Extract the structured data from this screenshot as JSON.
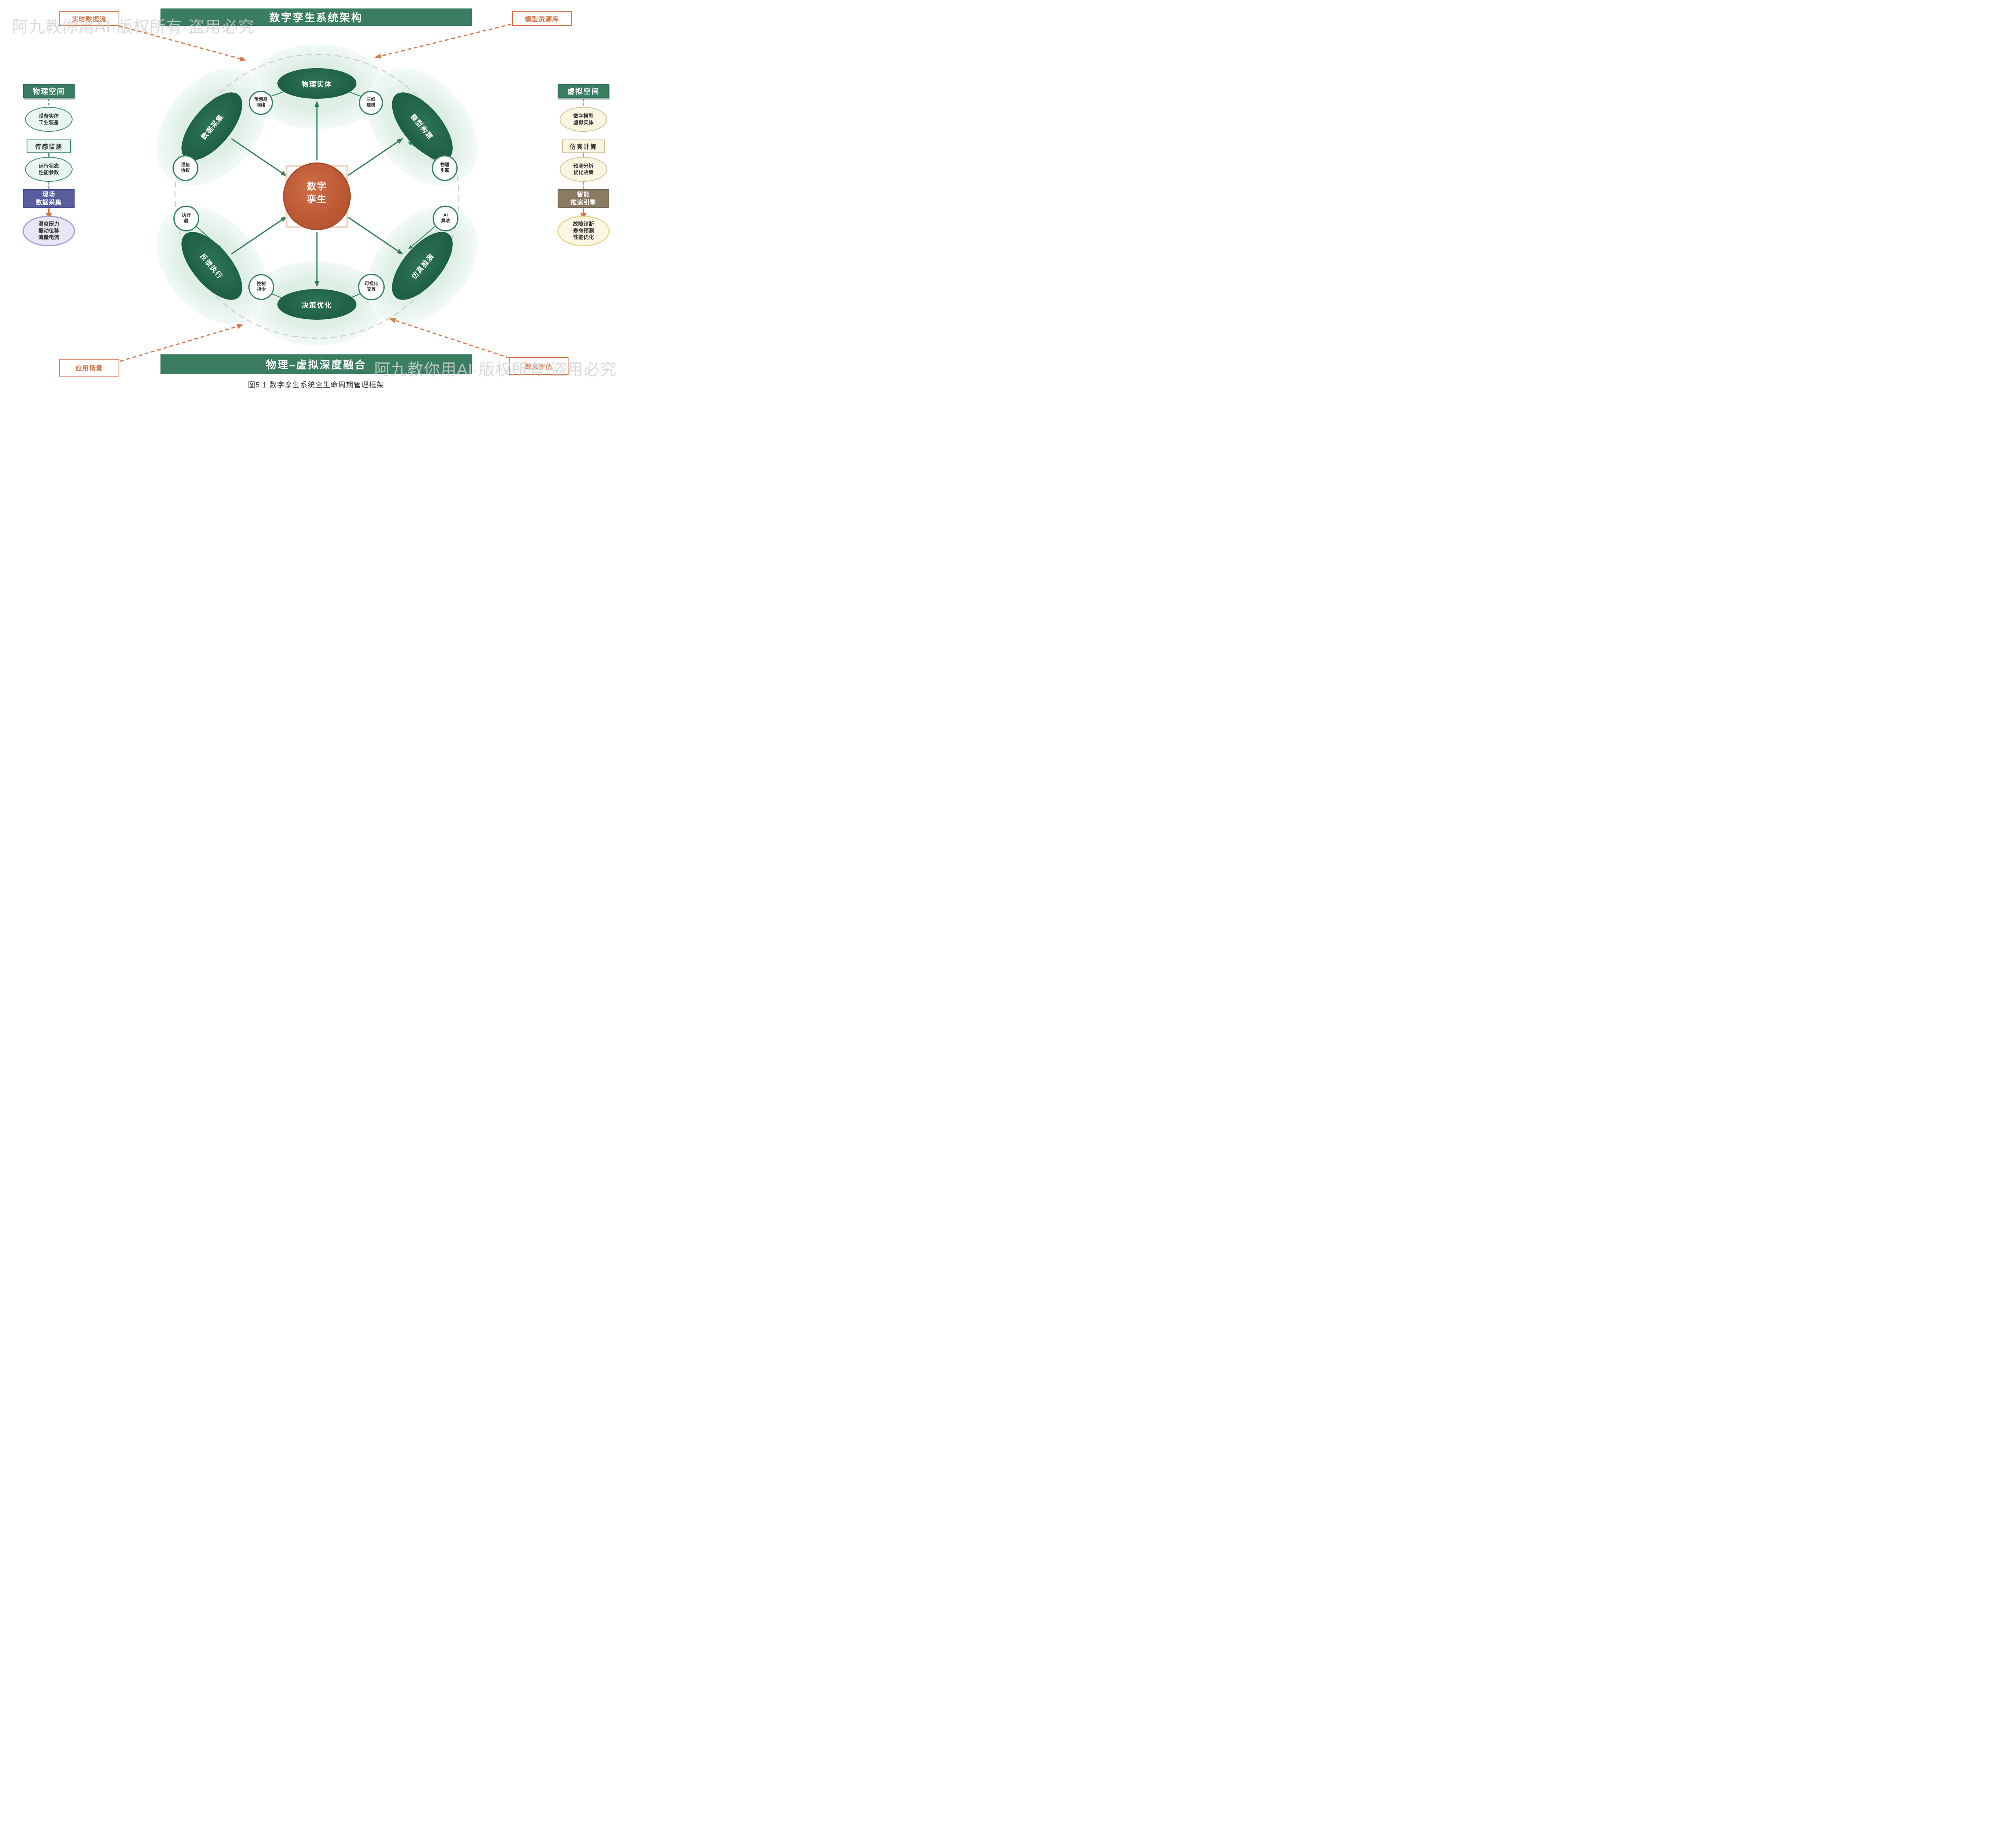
{
  "watermark": {
    "text": "阿九教你用AI·版权所有·盗用必究"
  },
  "banners": {
    "top": "数字孪生系统架构",
    "bottom": "物理–虚拟深度融合",
    "caption": "图5.1 数字孪生系统全生命周期管理框架"
  },
  "corner_labels": {
    "top_left": "实时数据流",
    "top_right": "模型资源库",
    "bottom_left": "应用场景",
    "bottom_right": "效果评估"
  },
  "left_column": {
    "header": "物理空间",
    "items": [
      {
        "label": "设备实体\n工业装备"
      },
      {
        "label": "传感监测"
      },
      {
        "label": "运行状态\n性能参数"
      },
      {
        "label": "现场\n数据采集"
      },
      {
        "label": "温度压力\n振动位移\n流量电流"
      }
    ]
  },
  "right_column": {
    "header": "虚拟空间",
    "items": [
      {
        "label": "数字模型\n虚拟实体"
      },
      {
        "label": "仿真计算"
      },
      {
        "label": "预测分析\n优化决策"
      },
      {
        "label": "智能\n推演引擎"
      },
      {
        "label": "故障诊断\n寿命预测\n性能优化"
      }
    ]
  },
  "center": {
    "label": "数字\n孪生"
  },
  "ring_nodes": [
    {
      "id": "physical-entity",
      "label": "物理实体"
    },
    {
      "id": "model-building",
      "label": "模型构建"
    },
    {
      "id": "simulation-deduction",
      "label": "仿真推演"
    },
    {
      "id": "decision-optimization",
      "label": "决策优化"
    },
    {
      "id": "feedback-execution",
      "label": "反馈执行"
    },
    {
      "id": "data-collection",
      "label": "数据采集"
    }
  ],
  "satellites": [
    {
      "id": "sensor-network",
      "label": "传感器\n网络"
    },
    {
      "id": "3d-modeling",
      "label": "三维\n建模"
    },
    {
      "id": "comm-protocol",
      "label": "通信\n协议"
    },
    {
      "id": "physics-engine",
      "label": "物理\n引擎"
    },
    {
      "id": "actuator",
      "label": "执行\n器"
    },
    {
      "id": "ai-algorithm",
      "label": "AI\n算法"
    },
    {
      "id": "control-command",
      "label": "控制\n指令"
    },
    {
      "id": "visual-interaction",
      "label": "可视化\n交互"
    }
  ],
  "colors": {
    "primary_green": "#3a7d62",
    "node_dark_green": "#1e6046",
    "accent_orange": "#d9774b",
    "center_orange": "#bd5a36",
    "light_green_fill": "#e9f6ef",
    "cream_fill": "#faf5e0",
    "purple_box": "#585d9e",
    "brown_box": "#8b7a64",
    "lavender_fill": "#eae6f8",
    "halo_green": "#e6f2eb",
    "ring_dash_gray": "#cbcbcb",
    "watermark_gray": "#d2d2d2"
  }
}
